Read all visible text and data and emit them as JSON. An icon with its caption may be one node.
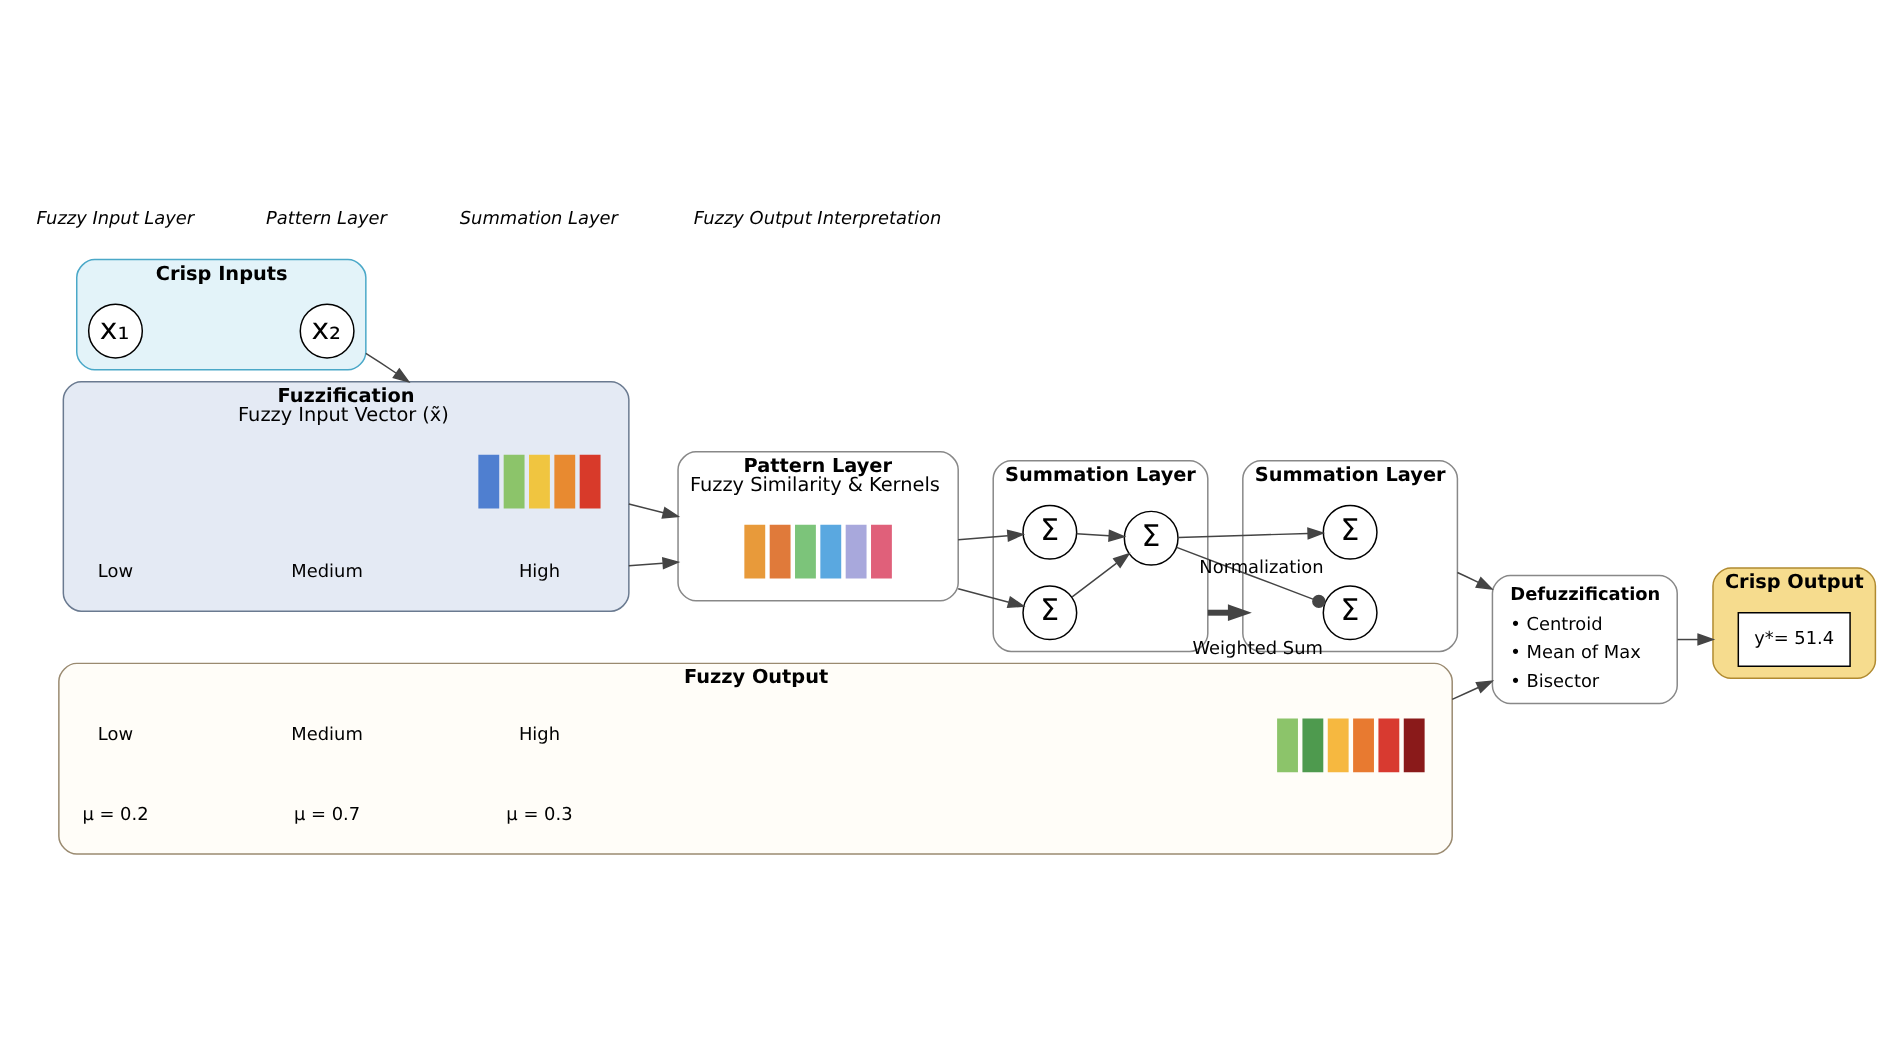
{
  "diagram": {
    "nodes": [
      {
        "text": [
          "Crisp Inputs"
        ]
      },
      {
        "text": [
          "x₁"
        ],
        "in": 0
      },
      {
        "text": [
          "x₂"
        ],
        "in": 0
      },
      {
        "text": [
          "Fuzzification",
          "Fuzzy Input Vector (x̃)"
        ]
      },
      {
        "text": [],
        "shape": "picture",
        "in": 3
      },
      {
        "text": [
          "Pattern Layer",
          "Fuzzy Similarity & Kernels"
        ]
      },
      {
        "text": [],
        "shape": "picture",
        "in": 5
      },
      {
        "text": [
          "Summation Layer"
        ]
      },
      {
        "text": [
          "Σ"
        ],
        "in": 7
      },
      {
        "text": [
          "Σ"
        ],
        "in": 7
      },
      {
        "text": [
          "Σ"
        ],
        "in": 7
      },
      {
        "text": [
          "Summation Layer"
        ]
      },
      {
        "text": [
          "Σ"
        ],
        "in": 11,
        "beside": [
          "Weighted Sum"
        ]
      },
      {
        "text": [
          "Σ"
        ],
        "in": 11,
        "beside": [
          "Normalization"
        ]
      },
      {
        "text": [
          "Fuzzy Output"
        ]
      },
      {
        "text": [],
        "shape": "picture",
        "in": 14
      },
      {
        "text": [
          "Defuzzification",
          "• Centroid",
          "• Mean of Max",
          "• Bisector"
        ]
      },
      {
        "text": [
          "Crisp Output"
        ]
      },
      {
        "text": [
          "y*= 51.4"
        ],
        "in": 17
      }
    ],
    "edges": [
      {
        "from": 0,
        "to": 3,
        "arrow": "to"
      },
      {
        "from": 3,
        "to": 5,
        "arrow": "to"
      },
      {
        "from": 3,
        "to": 5,
        "arrow": "to"
      },
      {
        "from": 5,
        "to": 8,
        "arrow": "to"
      },
      {
        "from": 5,
        "to": 9,
        "arrow": "to"
      },
      {
        "from": 8,
        "to": 10,
        "arrow": "to"
      },
      {
        "from": 9,
        "to": 10,
        "arrow": "to"
      },
      {
        "from": 7,
        "to": 11,
        "arrow": "to",
        "style": "thick"
      },
      {
        "from": 10,
        "to": 12,
        "arrow": "other"
      },
      {
        "from": 10,
        "to": 13,
        "arrow": "to"
      },
      {
        "from": 11,
        "to": 16,
        "arrow": "to"
      },
      {
        "from": 14,
        "to": 16,
        "arrow": "to"
      },
      {
        "from": 16,
        "to": 17,
        "arrow": "to"
      }
    ],
    "labels": [
      "Low",
      "Medium",
      "High",
      "Low",
      "Medium",
      "High",
      "μ = 0.2",
      "μ = 0.7",
      "μ = 0.3",
      "Fuzzy Input Layer",
      "Pattern Layer",
      "Summation Layer",
      "Fuzzy Output Interpretation"
    ]
  }
}
